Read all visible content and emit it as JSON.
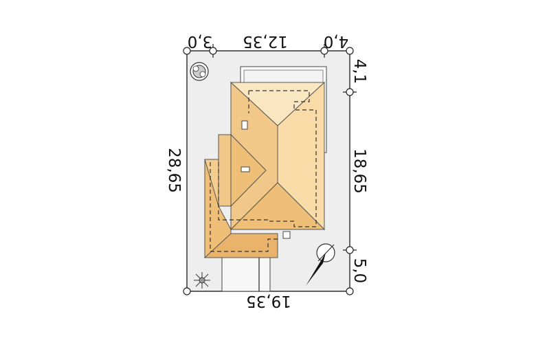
{
  "site_plan": {
    "dimensions": {
      "top_left": "3,0",
      "top_middle": "12,35",
      "top_right": "4,0",
      "bottom": "19,35",
      "left": "28,65",
      "right_top": "4,1",
      "right_middle": "18,65",
      "right_bottom": "5,0"
    },
    "colors": {
      "plot": "#eeeeee",
      "roof_light": "#fbe6c2",
      "roof_mid": "#f7d69b",
      "roof_dark": "#efbf77",
      "roof_shadow": "#e9b36c",
      "outline": "#333333"
    },
    "icons": [
      "tree-icon",
      "shrub-icon",
      "north-arrow-icon"
    ]
  }
}
